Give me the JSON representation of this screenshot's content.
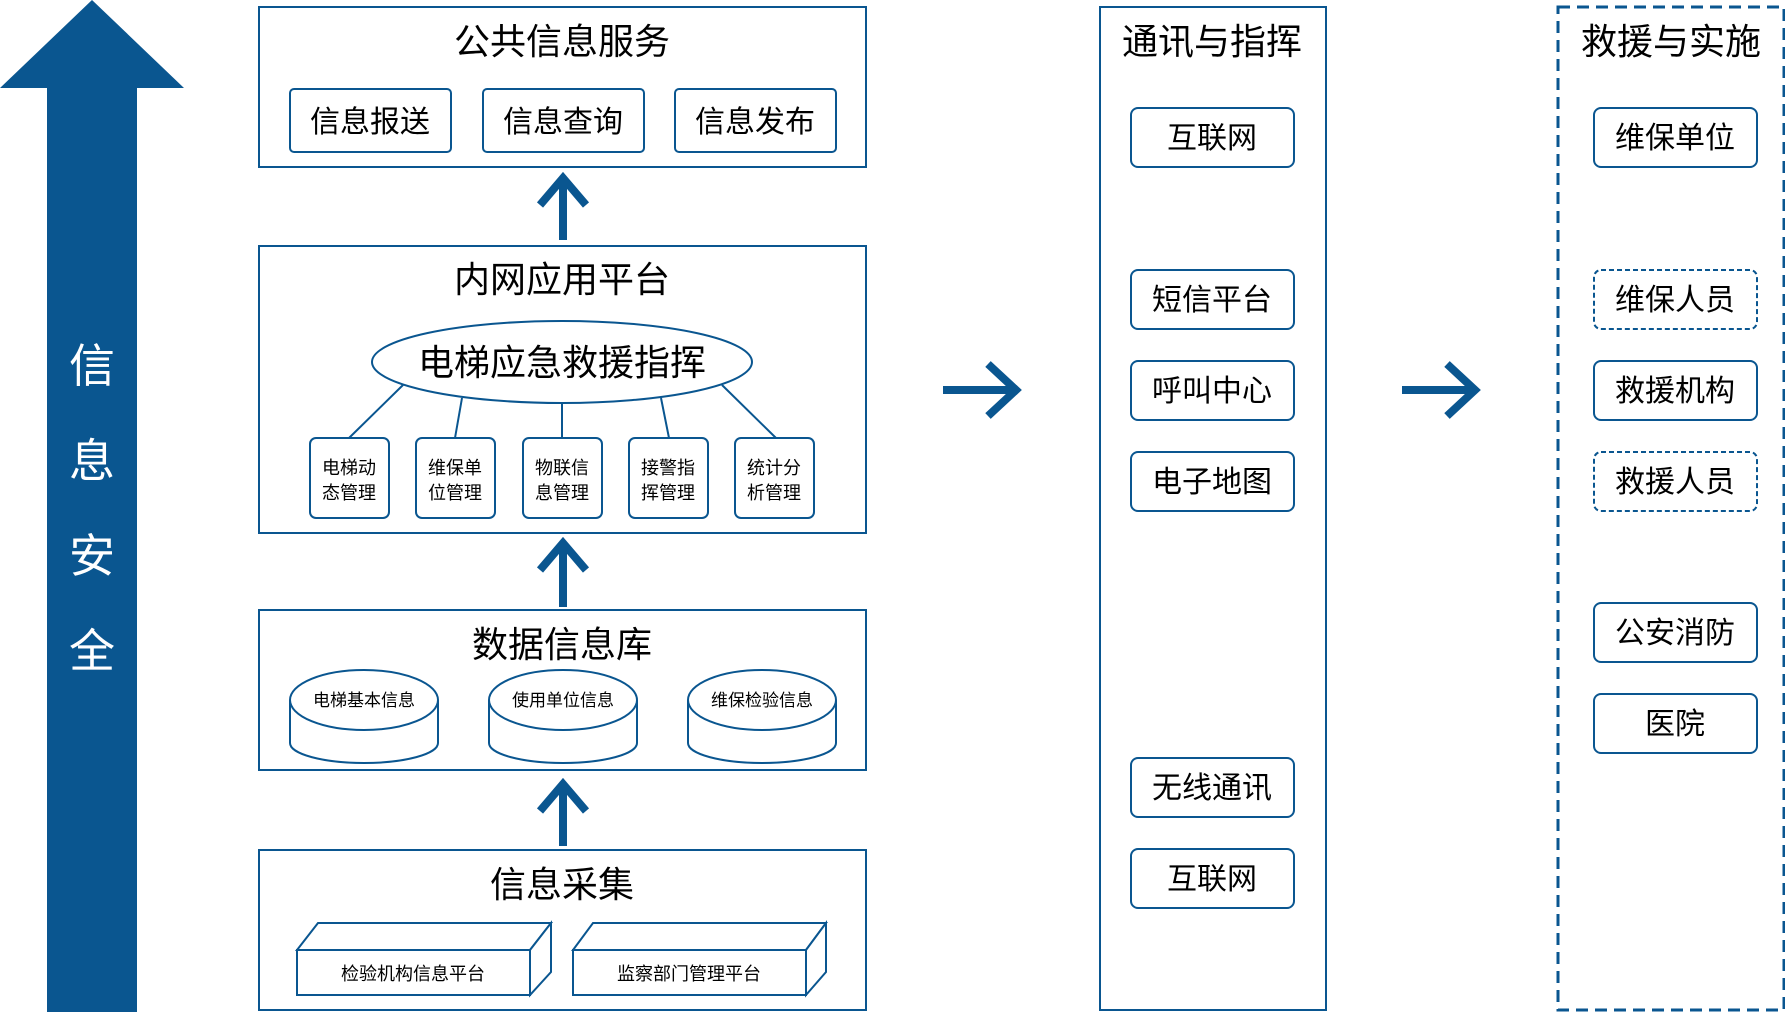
{
  "colors": {
    "primary": "#0a5690",
    "text": "#000000",
    "background": "#ffffff"
  },
  "security_bar": {
    "chars": [
      "信",
      "息",
      "安",
      "全"
    ]
  },
  "public_service": {
    "title": "公共信息服务",
    "items": [
      "信息报送",
      "信息查询",
      "信息发布"
    ]
  },
  "intranet": {
    "title": "内网应用平台",
    "hub": "电梯应急救援指挥",
    "modules": [
      [
        "电梯动",
        "态管理"
      ],
      [
        "维保单",
        "位管理"
      ],
      [
        "物联信",
        "息管理"
      ],
      [
        "接警指",
        "挥管理"
      ],
      [
        "统计分",
        "析管理"
      ]
    ]
  },
  "database": {
    "title": "数据信息库",
    "items": [
      "电梯基本信息",
      "使用单位信息",
      "维保检验信息"
    ]
  },
  "collection": {
    "title": "信息采集",
    "items": [
      "检验机构信息平台",
      "监察部门管理平台"
    ]
  },
  "communication": {
    "title": "通讯与指挥",
    "items": [
      "互联网",
      "短信平台",
      "呼叫中心",
      "电子地图",
      "无线通讯",
      "互联网"
    ]
  },
  "rescue": {
    "title": "救援与实施",
    "items": [
      {
        "label": "维保单位",
        "dashed": false
      },
      {
        "label": "维保人员",
        "dashed": true
      },
      {
        "label": "救援机构",
        "dashed": false
      },
      {
        "label": "救援人员",
        "dashed": true
      },
      {
        "label": "公安消防",
        "dashed": false
      },
      {
        "label": "医院",
        "dashed": false
      }
    ]
  }
}
